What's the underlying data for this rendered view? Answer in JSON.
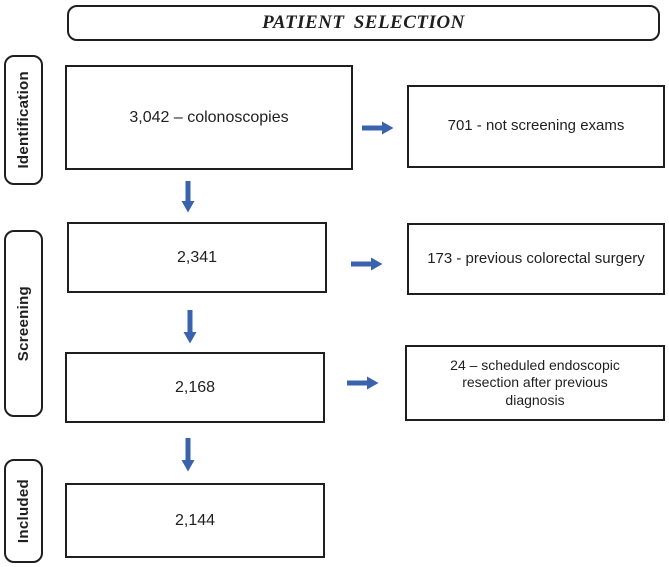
{
  "title": "PATIENT SELECTION",
  "stages": {
    "identification": "Identification",
    "screening": "Screening",
    "included": "Included"
  },
  "flow": {
    "identified": "3,042 – colonoscopies",
    "screened": "2,341",
    "eligible": "2,168",
    "included": "2,144"
  },
  "exclusions": {
    "not_screening": "701 - not screening exams",
    "prior_surgery": "173 - previous colorectal surgery",
    "scheduled_resection_lines": {
      "0": "24 – scheduled endoscopic",
      "1": "resection after previous",
      "2": "diagnosis"
    }
  },
  "colors": {
    "arrow": "#3A63AE",
    "border": "#1F1F1F"
  }
}
